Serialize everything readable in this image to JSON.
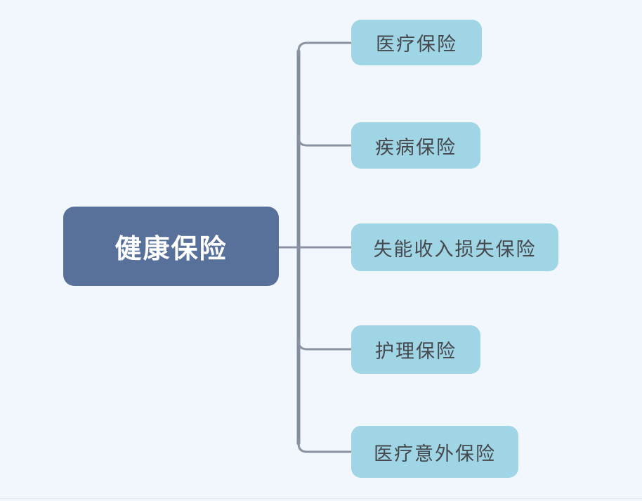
{
  "diagram": {
    "type": "mindmap",
    "root": {
      "label": "健康保险"
    },
    "branches": [
      {
        "label": "医疗保险"
      },
      {
        "label": "疾病保险"
      },
      {
        "label": "失能收入损失保险"
      },
      {
        "label": "护理保险"
      },
      {
        "label": "医疗意外保险"
      }
    ],
    "colors": {
      "background": "#f1f7fc",
      "root_fill": "#58719a",
      "root_text": "#ffffff",
      "branch_fill": "#a0d5e5",
      "branch_text": "#45484c",
      "connector": "#858ea0"
    }
  }
}
